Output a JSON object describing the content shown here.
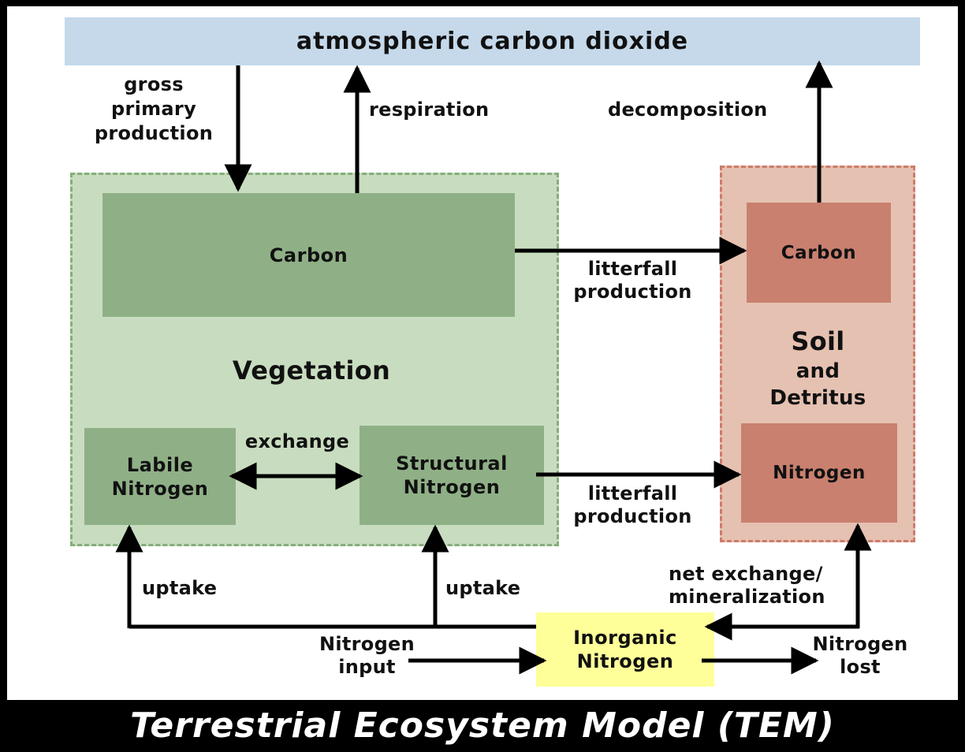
{
  "atmosphere": "atmospheric carbon dioxide",
  "labels": {
    "gpp": "gross\nprimary\nproduction",
    "respiration": "respiration",
    "decomposition": "decomposition",
    "litterfall_carbon": "litterfall\nproduction",
    "litterfall_nitrogen": "litterfall\nproduction",
    "exchange": "exchange",
    "uptake_left": "uptake",
    "uptake_right": "uptake",
    "net_exchange": "net exchange/\nmineralization",
    "nitrogen_input": "Nitrogen\ninput",
    "nitrogen_lost": "Nitrogen\nlost"
  },
  "vegetation": {
    "title": "Vegetation",
    "carbon": "Carbon",
    "labile": "Labile\nNitrogen",
    "structural": "Structural\nNitrogen"
  },
  "soil": {
    "title": "Soil",
    "subtitle": "and\nDetritus",
    "carbon": "Carbon",
    "nitrogen": "Nitrogen"
  },
  "inorganic": "Inorganic\nNitrogen",
  "footer": "Terrestrial Ecosystem Model (TEM)",
  "colors": {
    "atmosphere": "#c5d9ea",
    "vegetation_bg": "#c8ddbf",
    "vegetation_box": "#8fb086",
    "soil_bg": "#e5c1b1",
    "soil_box": "#c9806f",
    "inorganic": "#ffff99"
  }
}
